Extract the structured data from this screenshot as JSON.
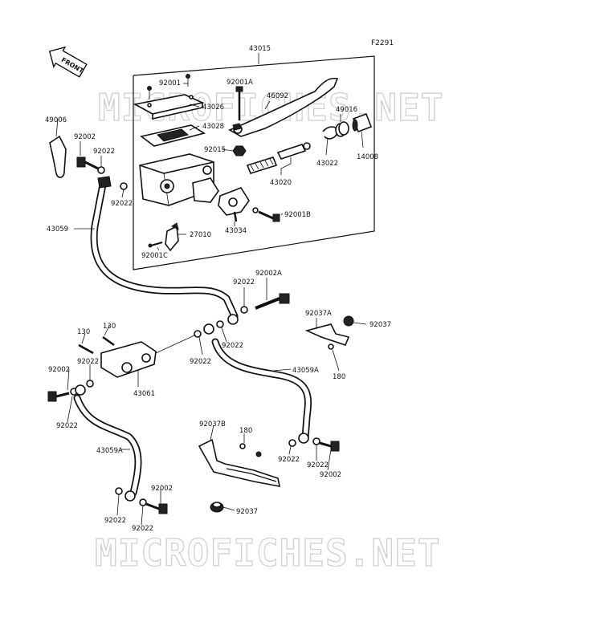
{
  "figure_code": "F2291",
  "front_label": "FRONT",
  "watermark_text": "MICROFICHES.NET",
  "group_label": "43015",
  "parts": [
    "92001",
    "92001A",
    "46092",
    "43026",
    "43028",
    "49016",
    "92015",
    "43022",
    "14008",
    "43020",
    "92001B",
    "43034",
    "27010",
    "92001C",
    "49006",
    "92002",
    "92022",
    "92022",
    "43059",
    "92022",
    "92002A",
    "92037A",
    "92037",
    "92022",
    "92022",
    "43059A",
    "180",
    "130",
    "130",
    "92002",
    "92022",
    "43061",
    "92022",
    "92037B",
    "180",
    "43059A",
    "92022",
    "92022",
    "92002",
    "92037",
    "92002",
    "92022",
    "92022"
  ]
}
